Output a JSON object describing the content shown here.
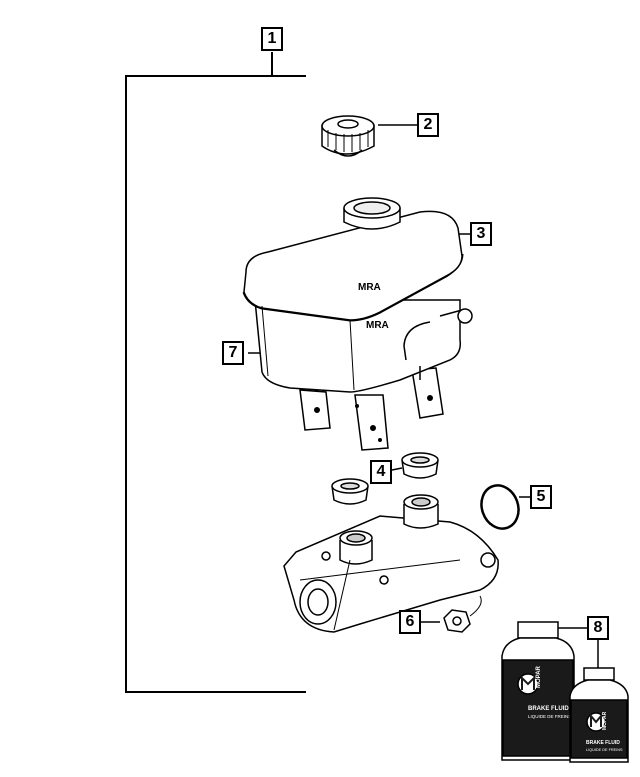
{
  "callouts": [
    {
      "id": "c1",
      "label": "1"
    },
    {
      "id": "c2",
      "label": "2"
    },
    {
      "id": "c3",
      "label": "3"
    },
    {
      "id": "c4",
      "label": "4"
    },
    {
      "id": "c5",
      "label": "5"
    },
    {
      "id": "c6",
      "label": "6"
    },
    {
      "id": "c7",
      "label": "7"
    },
    {
      "id": "c8",
      "label": "8"
    }
  ],
  "bottle_large": {
    "brand": "MOPAR",
    "label": "BRAKE FLUID",
    "sublabel": "LIQUIDE DE FREINS"
  },
  "bottle_small": {
    "brand": "MOPAR",
    "label": "BRAKE FLUID",
    "sublabel": "LIQUIDE DE FREINS"
  },
  "reservoir_logo": "MRA"
}
